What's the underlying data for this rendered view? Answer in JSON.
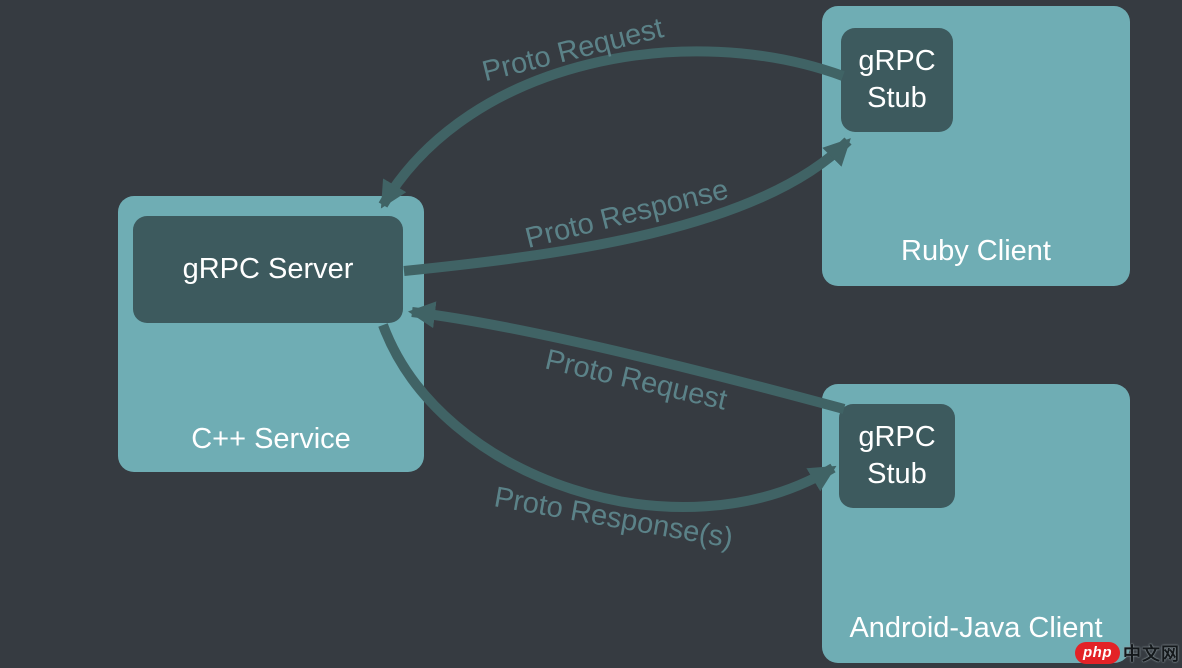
{
  "diagram": {
    "nodes": {
      "service": {
        "container_label": "C++ Service",
        "inner_label": "gRPC Server"
      },
      "ruby_client": {
        "container_label": "Ruby Client",
        "stub_lines": [
          "gRPC",
          "Stub"
        ]
      },
      "android_client": {
        "container_label": "Android-Java Client",
        "stub_lines": [
          "gRPC",
          "Stub"
        ]
      }
    },
    "edges": [
      {
        "label": "Proto Request",
        "from": "ruby-grpc-stub",
        "to": "grpc-server"
      },
      {
        "label": "Proto Response",
        "from": "grpc-server",
        "to": "ruby-grpc-stub"
      },
      {
        "label": "Proto Request",
        "from": "android-grpc-stub",
        "to": "grpc-server"
      },
      {
        "label": "Proto Response(s)",
        "from": "grpc-server",
        "to": "android-grpc-stub"
      }
    ]
  },
  "colors": {
    "background": "#363b41",
    "node_fill": "#6fadb4",
    "inner_fill": "#3d5a5e",
    "arrow": "#406365",
    "edge_label": "#5b8288",
    "node_text": "#ffffff",
    "watermark_red": "#e32227"
  },
  "watermark": {
    "badge": "php",
    "text": "中文网"
  }
}
